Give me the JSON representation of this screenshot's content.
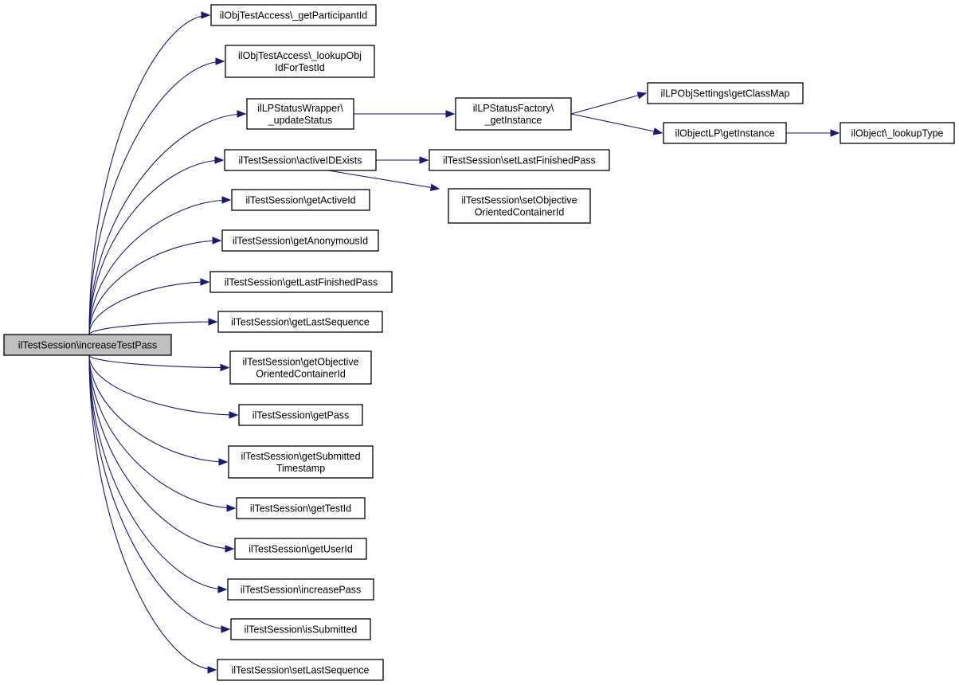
{
  "colors": {
    "edge": "#191970",
    "root_fill": "#bfbfbf",
    "node_fill": "#ffffff",
    "node_border": "#000000"
  },
  "nodes": [
    {
      "id": "root",
      "lines": [
        "ilTestSession\\increaseTestPass"
      ]
    },
    {
      "id": "n1",
      "lines": [
        "ilObjTestAccess\\_getParticipantId"
      ]
    },
    {
      "id": "n2",
      "lines": [
        "ilObjTestAccess\\_lookupObj",
        "IdForTestId"
      ]
    },
    {
      "id": "n3",
      "lines": [
        "ilLPStatusWrapper\\",
        "_updateStatus"
      ]
    },
    {
      "id": "n4",
      "lines": [
        "ilTestSession\\activeIDExists"
      ]
    },
    {
      "id": "n5",
      "lines": [
        "ilTestSession\\getActiveId"
      ]
    },
    {
      "id": "n6",
      "lines": [
        "ilTestSession\\getAnonymousId"
      ]
    },
    {
      "id": "n7",
      "lines": [
        "ilTestSession\\getLastFinishedPass"
      ]
    },
    {
      "id": "n8",
      "lines": [
        "ilTestSession\\getLastSequence"
      ]
    },
    {
      "id": "n9",
      "lines": [
        "ilTestSession\\getObjective",
        "OrientedContainerId"
      ]
    },
    {
      "id": "n10",
      "lines": [
        "ilTestSession\\getPass"
      ]
    },
    {
      "id": "n11",
      "lines": [
        "ilTestSession\\getSubmitted",
        "Timestamp"
      ]
    },
    {
      "id": "n12",
      "lines": [
        "ilTestSession\\getTestId"
      ]
    },
    {
      "id": "n13",
      "lines": [
        "ilTestSession\\getUserId"
      ]
    },
    {
      "id": "n14",
      "lines": [
        "ilTestSession\\increasePass"
      ]
    },
    {
      "id": "n15",
      "lines": [
        "ilTestSession\\isSubmitted"
      ]
    },
    {
      "id": "n16",
      "lines": [
        "ilTestSession\\setLastSequence"
      ]
    },
    {
      "id": "n17",
      "lines": [
        "ilLPStatusFactory\\",
        "_getInstance"
      ]
    },
    {
      "id": "n18",
      "lines": [
        "ilTestSession\\setLastFinishedPass"
      ]
    },
    {
      "id": "n19",
      "lines": [
        "ilTestSession\\setObjective",
        "OrientedContainerId"
      ]
    },
    {
      "id": "n20",
      "lines": [
        "ilLPObjSettings\\getClassMap"
      ]
    },
    {
      "id": "n21",
      "lines": [
        "ilObjectLP\\getInstance"
      ]
    },
    {
      "id": "n22",
      "lines": [
        "ilObject\\_lookupType"
      ]
    }
  ],
  "edges": [
    {
      "from": "root",
      "to": "n1"
    },
    {
      "from": "root",
      "to": "n2"
    },
    {
      "from": "root",
      "to": "n3"
    },
    {
      "from": "root",
      "to": "n4"
    },
    {
      "from": "root",
      "to": "n5"
    },
    {
      "from": "root",
      "to": "n6"
    },
    {
      "from": "root",
      "to": "n7"
    },
    {
      "from": "root",
      "to": "n8"
    },
    {
      "from": "root",
      "to": "n9"
    },
    {
      "from": "root",
      "to": "n10"
    },
    {
      "from": "root",
      "to": "n11"
    },
    {
      "from": "root",
      "to": "n12"
    },
    {
      "from": "root",
      "to": "n13"
    },
    {
      "from": "root",
      "to": "n14"
    },
    {
      "from": "root",
      "to": "n15"
    },
    {
      "from": "root",
      "to": "n16"
    },
    {
      "from": "n3",
      "to": "n17"
    },
    {
      "from": "n4",
      "to": "n18"
    },
    {
      "from": "n4",
      "to": "n19"
    },
    {
      "from": "n17",
      "to": "n20"
    },
    {
      "from": "n17",
      "to": "n21"
    },
    {
      "from": "n21",
      "to": "n22"
    }
  ]
}
